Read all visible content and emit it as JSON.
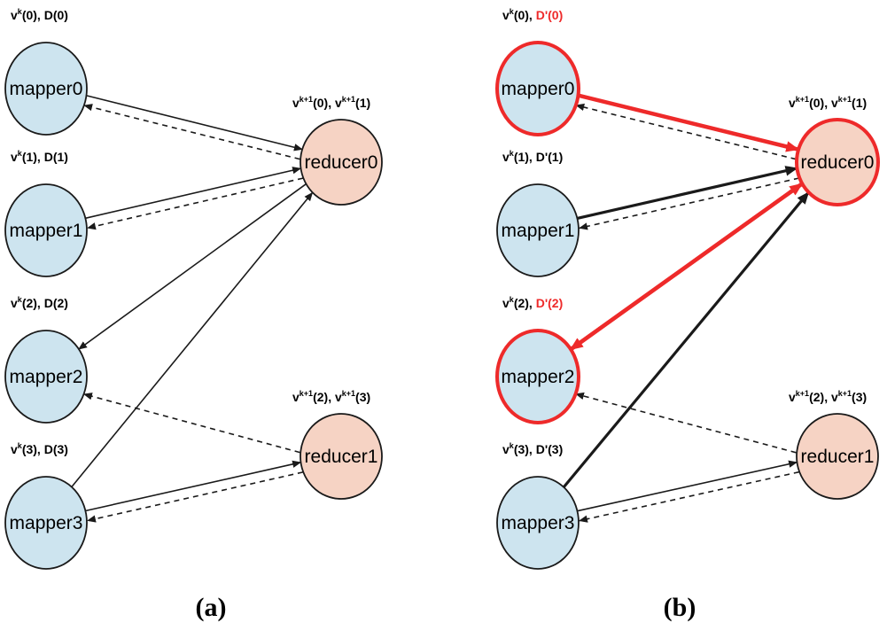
{
  "colors": {
    "mapper_fill": "#cde4ef",
    "reducer_fill": "#f6d3c4",
    "node_stroke": "#1a1a1a",
    "highlight": "#ee2a2a",
    "edge": "#1a1a1a"
  },
  "panels": [
    {
      "caption": "(a)",
      "mappers": [
        {
          "label": "mapper0",
          "v_sup": "k",
          "v_idx": "(0), ",
          "d": "D(0)",
          "highlight": false
        },
        {
          "label": "mapper1",
          "v_sup": "k",
          "v_idx": "(1), ",
          "d": "D(1)",
          "highlight": false
        },
        {
          "label": "mapper2",
          "v_sup": "k",
          "v_idx": "(2), ",
          "d": "D(2)",
          "highlight": false
        },
        {
          "label": "mapper3",
          "v_sup": "k",
          "v_idx": "(3), ",
          "d": "D(3)",
          "highlight": false
        }
      ],
      "reducers": [
        {
          "label": "reducer0",
          "a_sup": "k+1",
          "a_idx": "(0), ",
          "b_sup": "k+1",
          "b_idx": "(1)",
          "highlight": false
        },
        {
          "label": "reducer1",
          "a_sup": "k+1",
          "a_idx": "(2), ",
          "b_sup": "k+1",
          "b_idx": "(3)",
          "highlight": false
        }
      ],
      "edges": [
        {
          "from": "mapper0",
          "to": "reducer0",
          "style": "solid",
          "highlight": false,
          "weight": "normal"
        },
        {
          "from": "reducer0",
          "to": "mapper0",
          "style": "dashed",
          "highlight": false,
          "weight": "normal"
        },
        {
          "from": "mapper1",
          "to": "reducer0",
          "style": "solid",
          "highlight": false,
          "weight": "normal"
        },
        {
          "from": "reducer0",
          "to": "mapper1",
          "style": "dashed",
          "highlight": false,
          "weight": "normal"
        },
        {
          "from": "reducer0",
          "to": "mapper2",
          "style": "solid",
          "highlight": false,
          "weight": "normal"
        },
        {
          "from": "mapper3",
          "to": "reducer0",
          "style": "solid",
          "highlight": false,
          "weight": "normal"
        },
        {
          "from": "reducer1",
          "to": "mapper2",
          "style": "dashed",
          "highlight": false,
          "weight": "normal"
        },
        {
          "from": "mapper3",
          "to": "reducer1",
          "style": "solid",
          "highlight": false,
          "weight": "normal"
        },
        {
          "from": "reducer1",
          "to": "mapper3",
          "style": "dashed",
          "highlight": false,
          "weight": "normal"
        }
      ]
    },
    {
      "caption": "(b)",
      "mappers": [
        {
          "label": "mapper0",
          "v_sup": "k",
          "v_idx": "(0), ",
          "d": "D'(0)",
          "highlight": true
        },
        {
          "label": "mapper1",
          "v_sup": "k",
          "v_idx": "(1), ",
          "d": "D'(1)",
          "highlight": false
        },
        {
          "label": "mapper2",
          "v_sup": "k",
          "v_idx": "(2), ",
          "d": "D'(2)",
          "highlight": true
        },
        {
          "label": "mapper3",
          "v_sup": "k",
          "v_idx": "(3), ",
          "d": "D'(3)",
          "highlight": false
        }
      ],
      "reducers": [
        {
          "label": "reducer0",
          "a_sup": "k+1",
          "a_idx": "(0), ",
          "b_sup": "k+1",
          "b_idx": "(1)",
          "highlight": true
        },
        {
          "label": "reducer1",
          "a_sup": "k+1",
          "a_idx": "(2), ",
          "b_sup": "k+1",
          "b_idx": "(3)",
          "highlight": false
        }
      ],
      "edges": [
        {
          "from": "mapper0",
          "to": "reducer0",
          "style": "solid",
          "highlight": true,
          "weight": "bold"
        },
        {
          "from": "reducer0",
          "to": "mapper0",
          "style": "dashed",
          "highlight": false,
          "weight": "normal"
        },
        {
          "from": "mapper1",
          "to": "reducer0",
          "style": "solid",
          "highlight": false,
          "weight": "bold"
        },
        {
          "from": "reducer0",
          "to": "mapper1",
          "style": "dashed",
          "highlight": false,
          "weight": "normal"
        },
        {
          "from": "mapper2",
          "to": "reducer0",
          "style": "solid",
          "highlight": true,
          "weight": "bold"
        },
        {
          "from": "reducer0",
          "to": "mapper2",
          "style": "solid",
          "highlight": true,
          "weight": "bold"
        },
        {
          "from": "mapper3",
          "to": "reducer0",
          "style": "solid",
          "highlight": false,
          "weight": "bold"
        },
        {
          "from": "reducer1",
          "to": "mapper2",
          "style": "dashed",
          "highlight": false,
          "weight": "normal"
        },
        {
          "from": "mapper3",
          "to": "reducer1",
          "style": "solid",
          "highlight": false,
          "weight": "normal"
        },
        {
          "from": "reducer1",
          "to": "mapper3",
          "style": "dashed",
          "highlight": false,
          "weight": "normal"
        }
      ]
    }
  ]
}
